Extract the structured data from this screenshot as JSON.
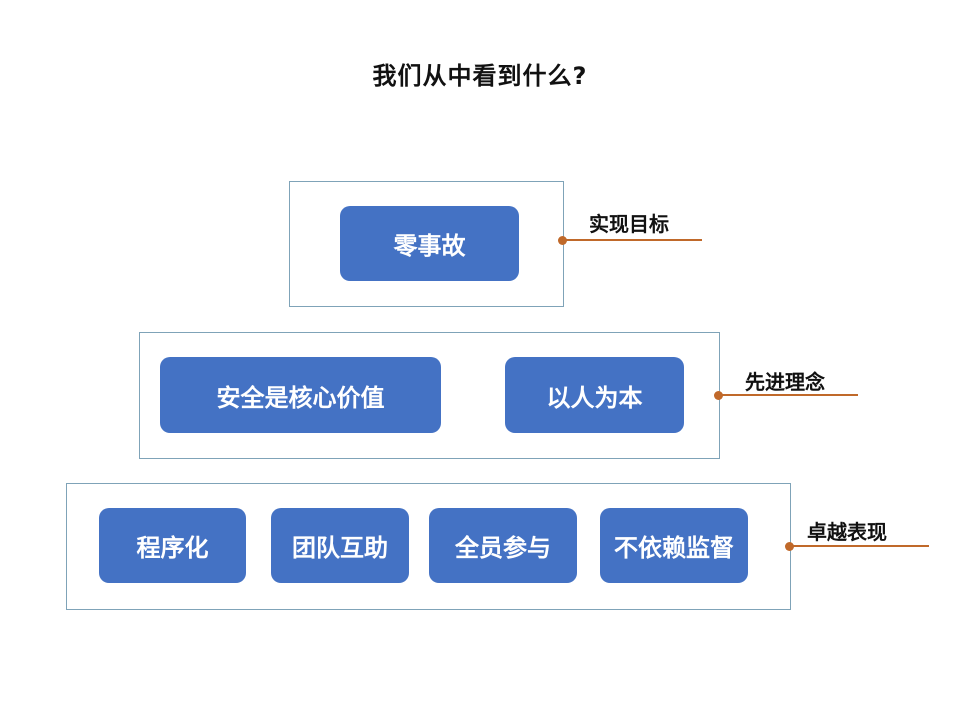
{
  "title": "我们从中看到什么?",
  "tiers": [
    {
      "label": "实现目标",
      "items": [
        "零事故"
      ]
    },
    {
      "label": "先进理念",
      "items": [
        "安全是核心价值",
        "以人为本"
      ]
    },
    {
      "label": "卓越表现",
      "items": [
        "程序化",
        "团队互助",
        "全员参与",
        "不依赖监督"
      ]
    }
  ],
  "colors": {
    "box_fill": "#4472c4",
    "tier_border": "#7fa3b8",
    "connector": "#c0692a"
  }
}
